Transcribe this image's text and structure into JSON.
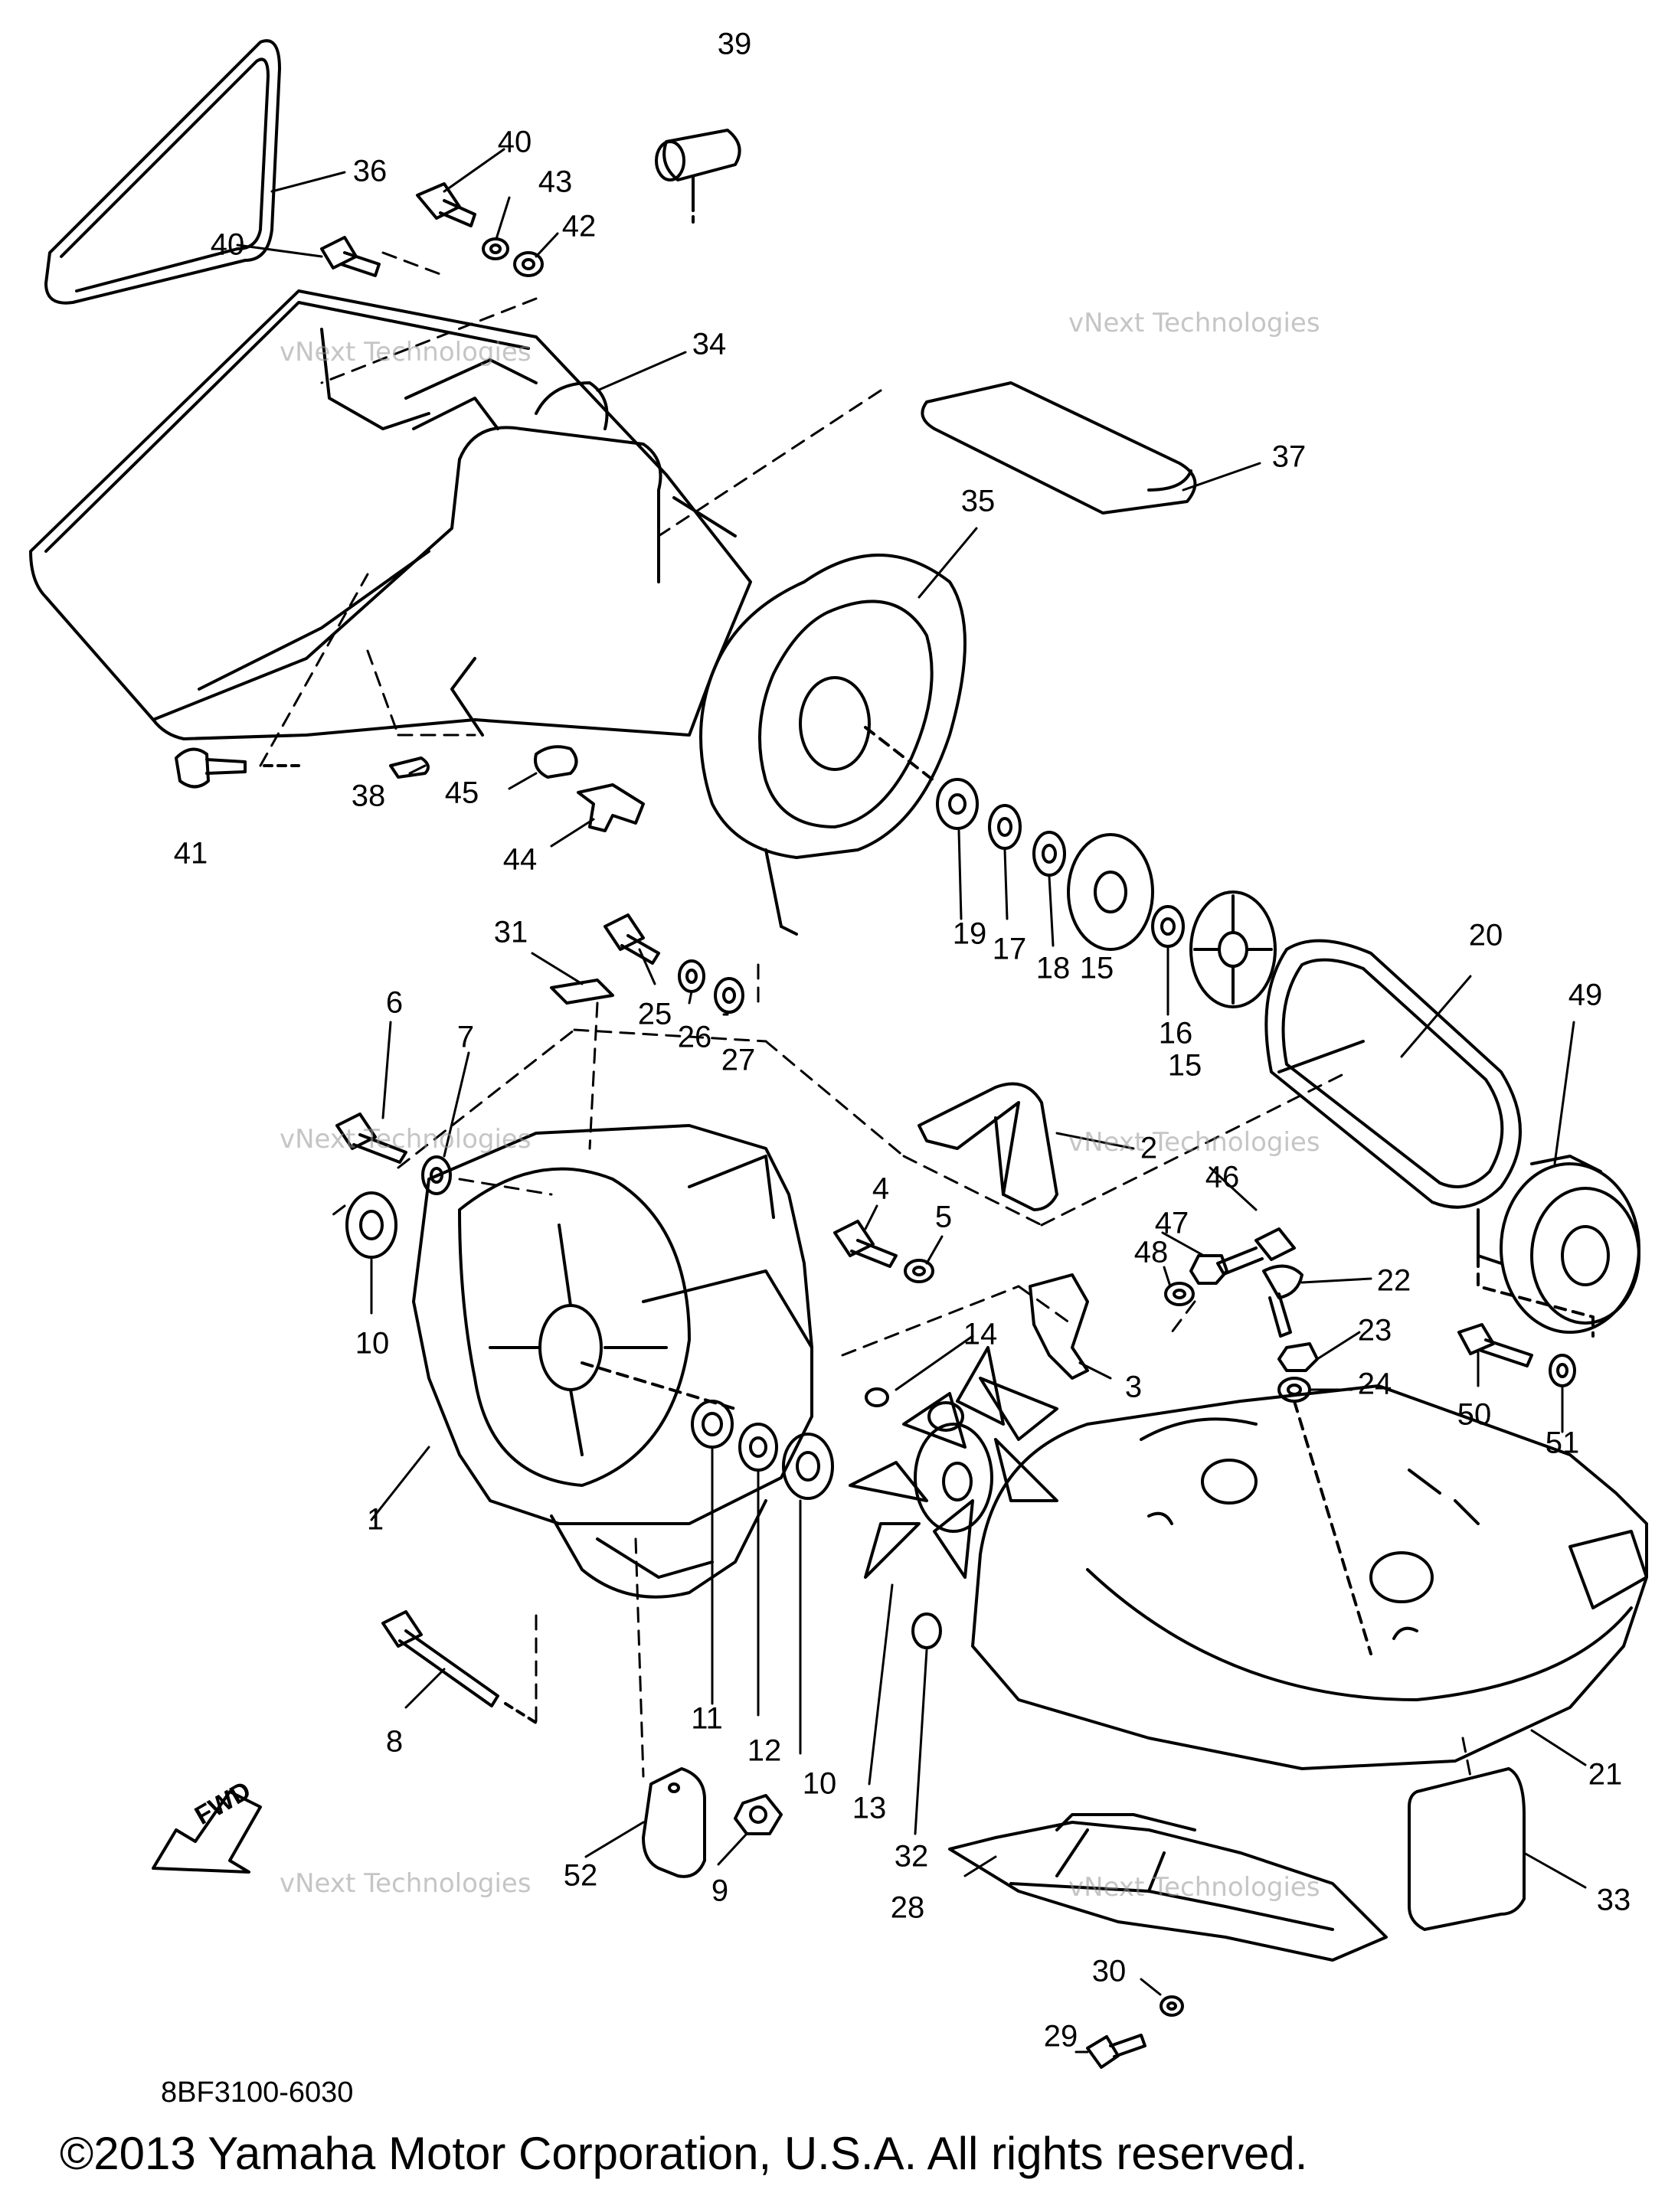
{
  "parts": [
    {
      "key": "p39",
      "text": "39"
    },
    {
      "key": "p36",
      "text": "36"
    },
    {
      "key": "p40a",
      "text": "40"
    },
    {
      "key": "p43",
      "text": "43"
    },
    {
      "key": "p42",
      "text": "42"
    },
    {
      "key": "p40b",
      "text": "40"
    },
    {
      "key": "p34",
      "text": "34"
    },
    {
      "key": "p37",
      "text": "37"
    },
    {
      "key": "p35",
      "text": "35"
    },
    {
      "key": "p41",
      "text": "41"
    },
    {
      "key": "p38",
      "text": "38"
    },
    {
      "key": "p45",
      "text": "45"
    },
    {
      "key": "p44",
      "text": "44"
    },
    {
      "key": "p19",
      "text": "19"
    },
    {
      "key": "p17",
      "text": "17"
    },
    {
      "key": "p18",
      "text": "18"
    },
    {
      "key": "p15a",
      "text": "15"
    },
    {
      "key": "p16",
      "text": "16"
    },
    {
      "key": "p15b",
      "text": "15"
    },
    {
      "key": "p20",
      "text": "20"
    },
    {
      "key": "p49",
      "text": "49"
    },
    {
      "key": "p31",
      "text": "31"
    },
    {
      "key": "p25",
      "text": "25"
    },
    {
      "key": "p26",
      "text": "26"
    },
    {
      "key": "p27",
      "text": "27"
    },
    {
      "key": "p6",
      "text": "6"
    },
    {
      "key": "p7",
      "text": "7"
    },
    {
      "key": "p2",
      "text": "2"
    },
    {
      "key": "p4",
      "text": "4"
    },
    {
      "key": "p5",
      "text": "5"
    },
    {
      "key": "p46",
      "text": "46"
    },
    {
      "key": "p47",
      "text": "47"
    },
    {
      "key": "p48",
      "text": "48"
    },
    {
      "key": "p22",
      "text": "22"
    },
    {
      "key": "p23",
      "text": "23"
    },
    {
      "key": "p24",
      "text": "24"
    },
    {
      "key": "p10a",
      "text": "10"
    },
    {
      "key": "p14",
      "text": "14"
    },
    {
      "key": "p3",
      "text": "3"
    },
    {
      "key": "p50",
      "text": "50"
    },
    {
      "key": "p51",
      "text": "51"
    },
    {
      "key": "p1",
      "text": "1"
    },
    {
      "key": "p8",
      "text": "8"
    },
    {
      "key": "p11",
      "text": "11"
    },
    {
      "key": "p12",
      "text": "12"
    },
    {
      "key": "p10b",
      "text": "10"
    },
    {
      "key": "p13",
      "text": "13"
    },
    {
      "key": "p32",
      "text": "32"
    },
    {
      "key": "p21",
      "text": "21"
    },
    {
      "key": "p52",
      "text": "52"
    },
    {
      "key": "p9",
      "text": "9"
    },
    {
      "key": "p28",
      "text": "28"
    },
    {
      "key": "p30",
      "text": "30"
    },
    {
      "key": "p33",
      "text": "33"
    },
    {
      "key": "p29",
      "text": "29"
    }
  ],
  "watermark": {
    "line1": "vNext Technologies",
    "line2": "vNext Technologies"
  },
  "fwd_label": "FWD",
  "diagram_code": "8BF3100-6030",
  "copyright": "©2013 Yamaha Motor Corporation, U.S.A. All rights reserved."
}
